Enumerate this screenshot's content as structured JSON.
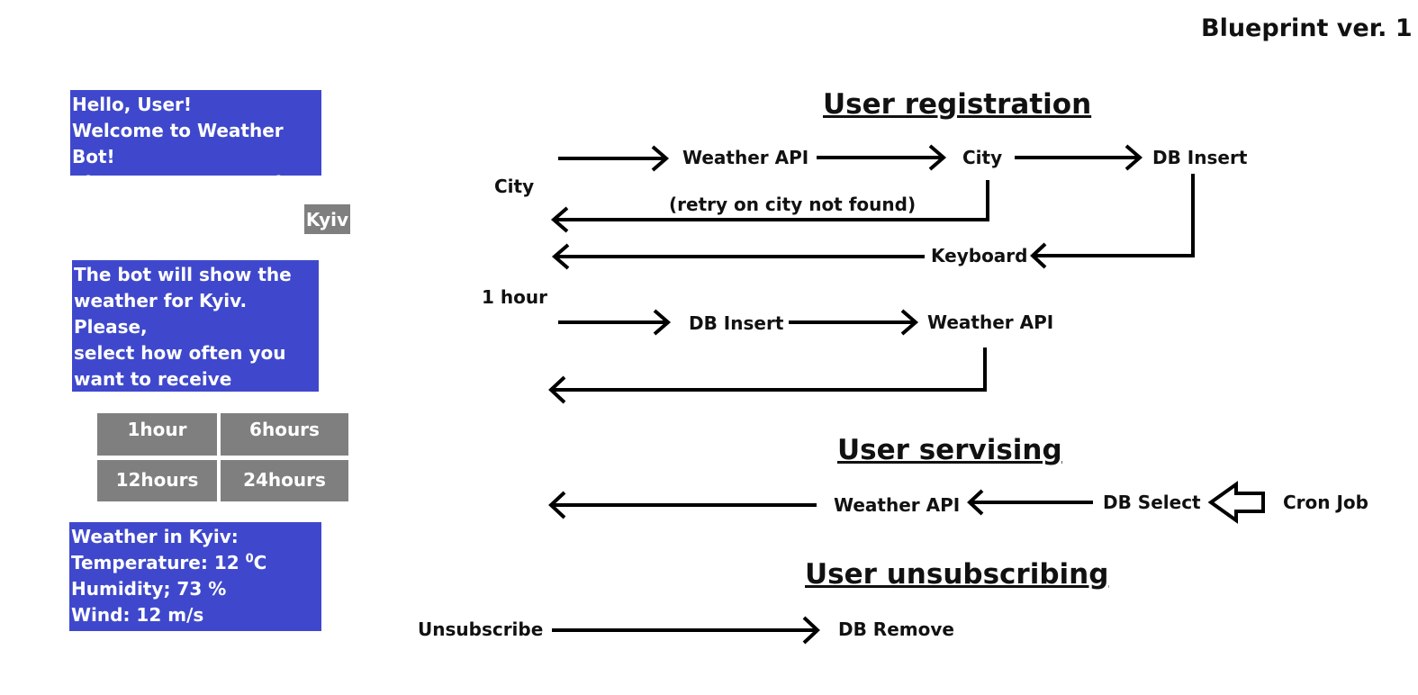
{
  "header": {
    "title": "Blueprint ver. 1"
  },
  "chat": {
    "greeting": "Hello, User!\nWelcome to Weather Bot!\nPlease, enter your city:",
    "user_city_reply": "Kyiv",
    "frequency_prompt": "The bot will show the\nweather for Kyiv. Please,\nselect how often you\nwant to receive weather\ninformation:",
    "keyboard": [
      "1hour",
      "6hours",
      "12hours",
      "24hours"
    ],
    "report": {
      "line1": "Weather in Kyiv:",
      "temp_prefix": "Temperature: 12 ",
      "temp_sup": "0",
      "temp_unit": "C",
      "line3": "Humidity; 73 %",
      "line4": "Wind: 12 m/s"
    }
  },
  "registration": {
    "heading": "User registration",
    "input_city": "City",
    "weather_api": "Weather API",
    "city": "City",
    "db_insert": "DB Insert",
    "retry_note": "(retry on city not found)",
    "keyboard": "Keyboard",
    "input_hour": "1 hour",
    "db_insert_2": "DB Insert",
    "weather_api_2": "Weather API"
  },
  "servicing": {
    "heading": "User servising",
    "weather_api": "Weather API",
    "db_select": "DB Select",
    "cron_job": "Cron Job"
  },
  "unsubscribing": {
    "heading": "User unsubscribing",
    "unsubscribe": "Unsubscribe",
    "db_remove": "DB Remove"
  },
  "colors": {
    "message_bg": "#3f48cc",
    "chip_bg": "#7f7f7f",
    "arrow": "#000000"
  }
}
